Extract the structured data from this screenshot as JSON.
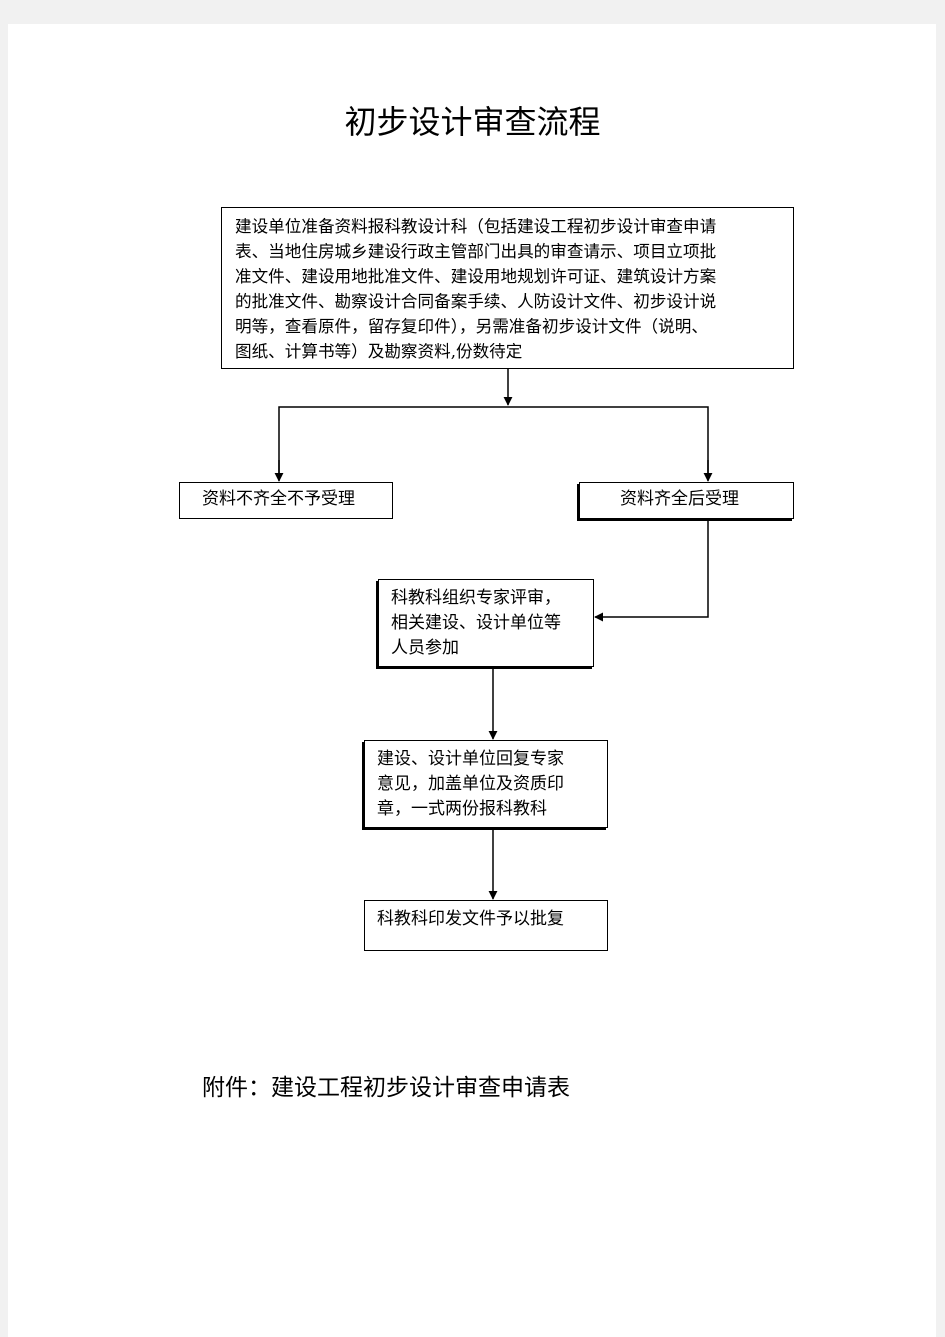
{
  "title": "初步设计审查流程",
  "nodes": {
    "start": {
      "lines": [
        "建设单位准备资料报科教设计科（包括建设工程初步设计审查申请",
        "表、当地住房城乡建设行政主管部门出具的审查请示、项目立项批",
        "准文件、建设用地批准文件、建设用地规划许可证、建筑设计方案",
        "的批准文件、勘察设计合同备案手续、人防设计文件、初步设计说",
        "明等，查看原件，留存复印件），另需准备初步设计文件（说明、",
        "图纸、计算书等）及勘察资料,份数待定"
      ]
    },
    "reject": {
      "lines": [
        "资料不齐全不予受理"
      ]
    },
    "accept": {
      "lines": [
        "资料齐全后受理"
      ]
    },
    "review": {
      "lines": [
        "科教科组织专家评审，",
        "相关建设、设计单位等",
        "人员参加"
      ]
    },
    "reply": {
      "lines": [
        "建设、设计单位回复专家",
        "意见，加盖单位及资质印",
        "章，一式两份报科教科"
      ]
    },
    "approve": {
      "lines": [
        "科教科印发文件予以批复"
      ]
    }
  },
  "footer": "附件：建设工程初步设计审查申请表"
}
